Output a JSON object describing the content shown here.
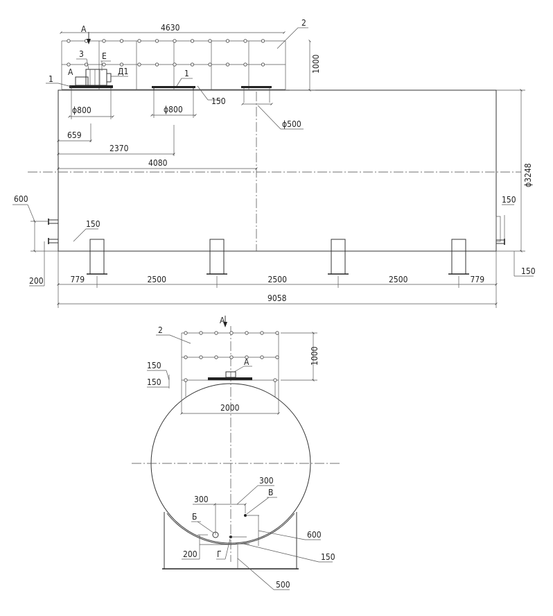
{
  "side_view": {
    "platform_width": "4630",
    "platform_height": "1000",
    "label_2": "2",
    "section_mark": "А",
    "label_1a": "1",
    "label_1b": "1",
    "label_3": "3",
    "label_E": "Е",
    "label_A": "А",
    "label_D1": "Д1",
    "hatch1_dia": "ϕ800",
    "hatch2_dia": "ϕ800",
    "hatch3_dia": "ϕ500",
    "hatch_height": "150",
    "dim_659": "659",
    "dim_2370": "2370",
    "dim_4080": "4080",
    "diameter": "ϕ3248",
    "left_600": "600",
    "left_150": "150",
    "left_200": "200",
    "right_150_top": "150",
    "right_150_bottom": "150",
    "bottom_dims": [
      "779",
      "2500",
      "2500",
      "2500",
      "779"
    ],
    "total_length": "9058"
  },
  "end_view": {
    "section_mark": "А",
    "label_2": "2",
    "platform_height": "1000",
    "dim_150a": "150",
    "dim_150b": "150",
    "label_A": "А",
    "width_2000": "2000",
    "dim_300a": "300",
    "dim_300b": "300",
    "label_V": "В",
    "label_B": "Б",
    "label_G": "Г",
    "dim_600": "600",
    "dim_150": "150",
    "dim_200": "200",
    "dim_500": "500"
  }
}
